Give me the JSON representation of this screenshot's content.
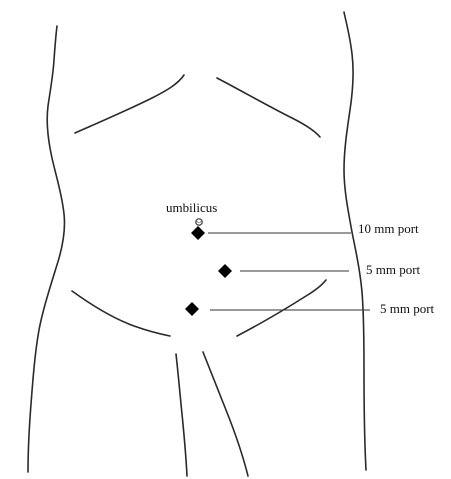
{
  "labels": {
    "umbilicus": "umbilicus",
    "ports": [
      {
        "text": "10 mm port"
      },
      {
        "text": "5 mm port"
      },
      {
        "text": "5 mm port"
      }
    ]
  },
  "colors": {
    "outline": "#2a2a2a",
    "marker": "#000000",
    "leader": "#333333"
  }
}
